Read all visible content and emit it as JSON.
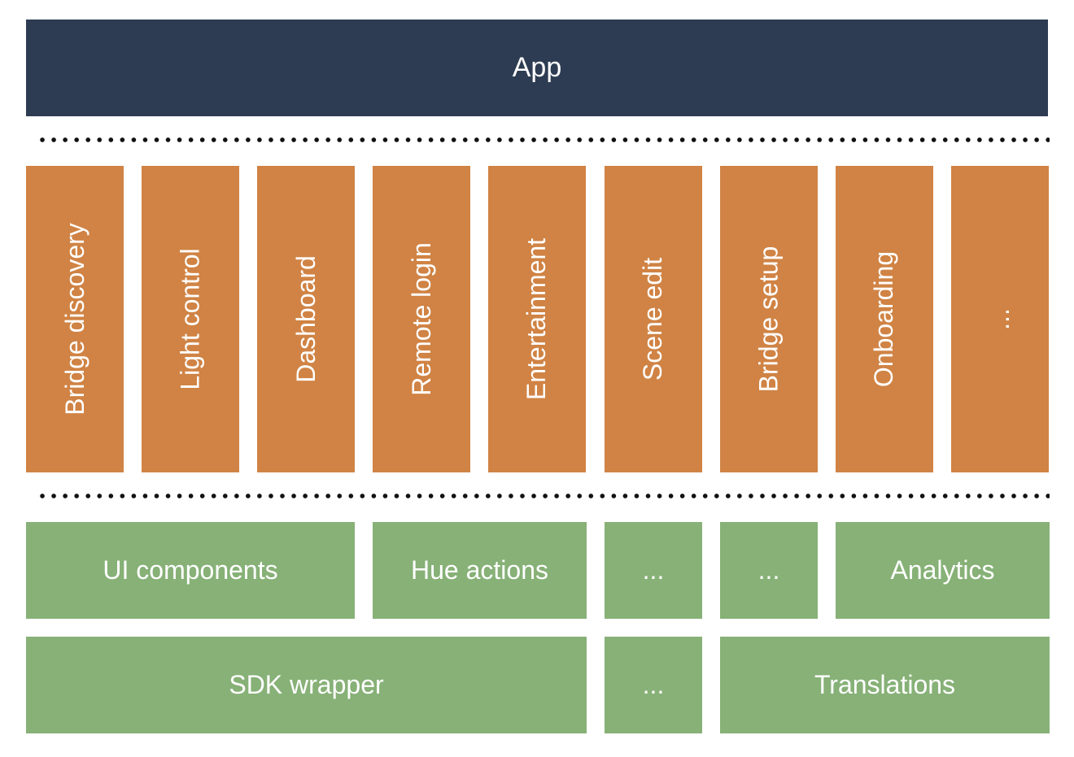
{
  "app": {
    "label": "App"
  },
  "features": [
    {
      "label": "Bridge discovery"
    },
    {
      "label": "Light control"
    },
    {
      "label": "Dashboard"
    },
    {
      "label": "Remote login"
    },
    {
      "label": "Entertainment"
    },
    {
      "label": "Scene edit"
    },
    {
      "label": "Bridge setup"
    },
    {
      "label": "Onboarding"
    },
    {
      "label": "..."
    }
  ],
  "libraries": {
    "row1": [
      {
        "label": "UI components"
      },
      {
        "label": "Hue actions"
      },
      {
        "label": "..."
      },
      {
        "label": "..."
      },
      {
        "label": "Analytics"
      }
    ],
    "row2": [
      {
        "label": "SDK wrapper"
      },
      {
        "label": "..."
      },
      {
        "label": "Translations"
      }
    ]
  },
  "colors": {
    "app_layer": "#2d3c52",
    "feature_layer": "#d08344",
    "library_layer": "#87b177",
    "text": "#ffffff"
  }
}
